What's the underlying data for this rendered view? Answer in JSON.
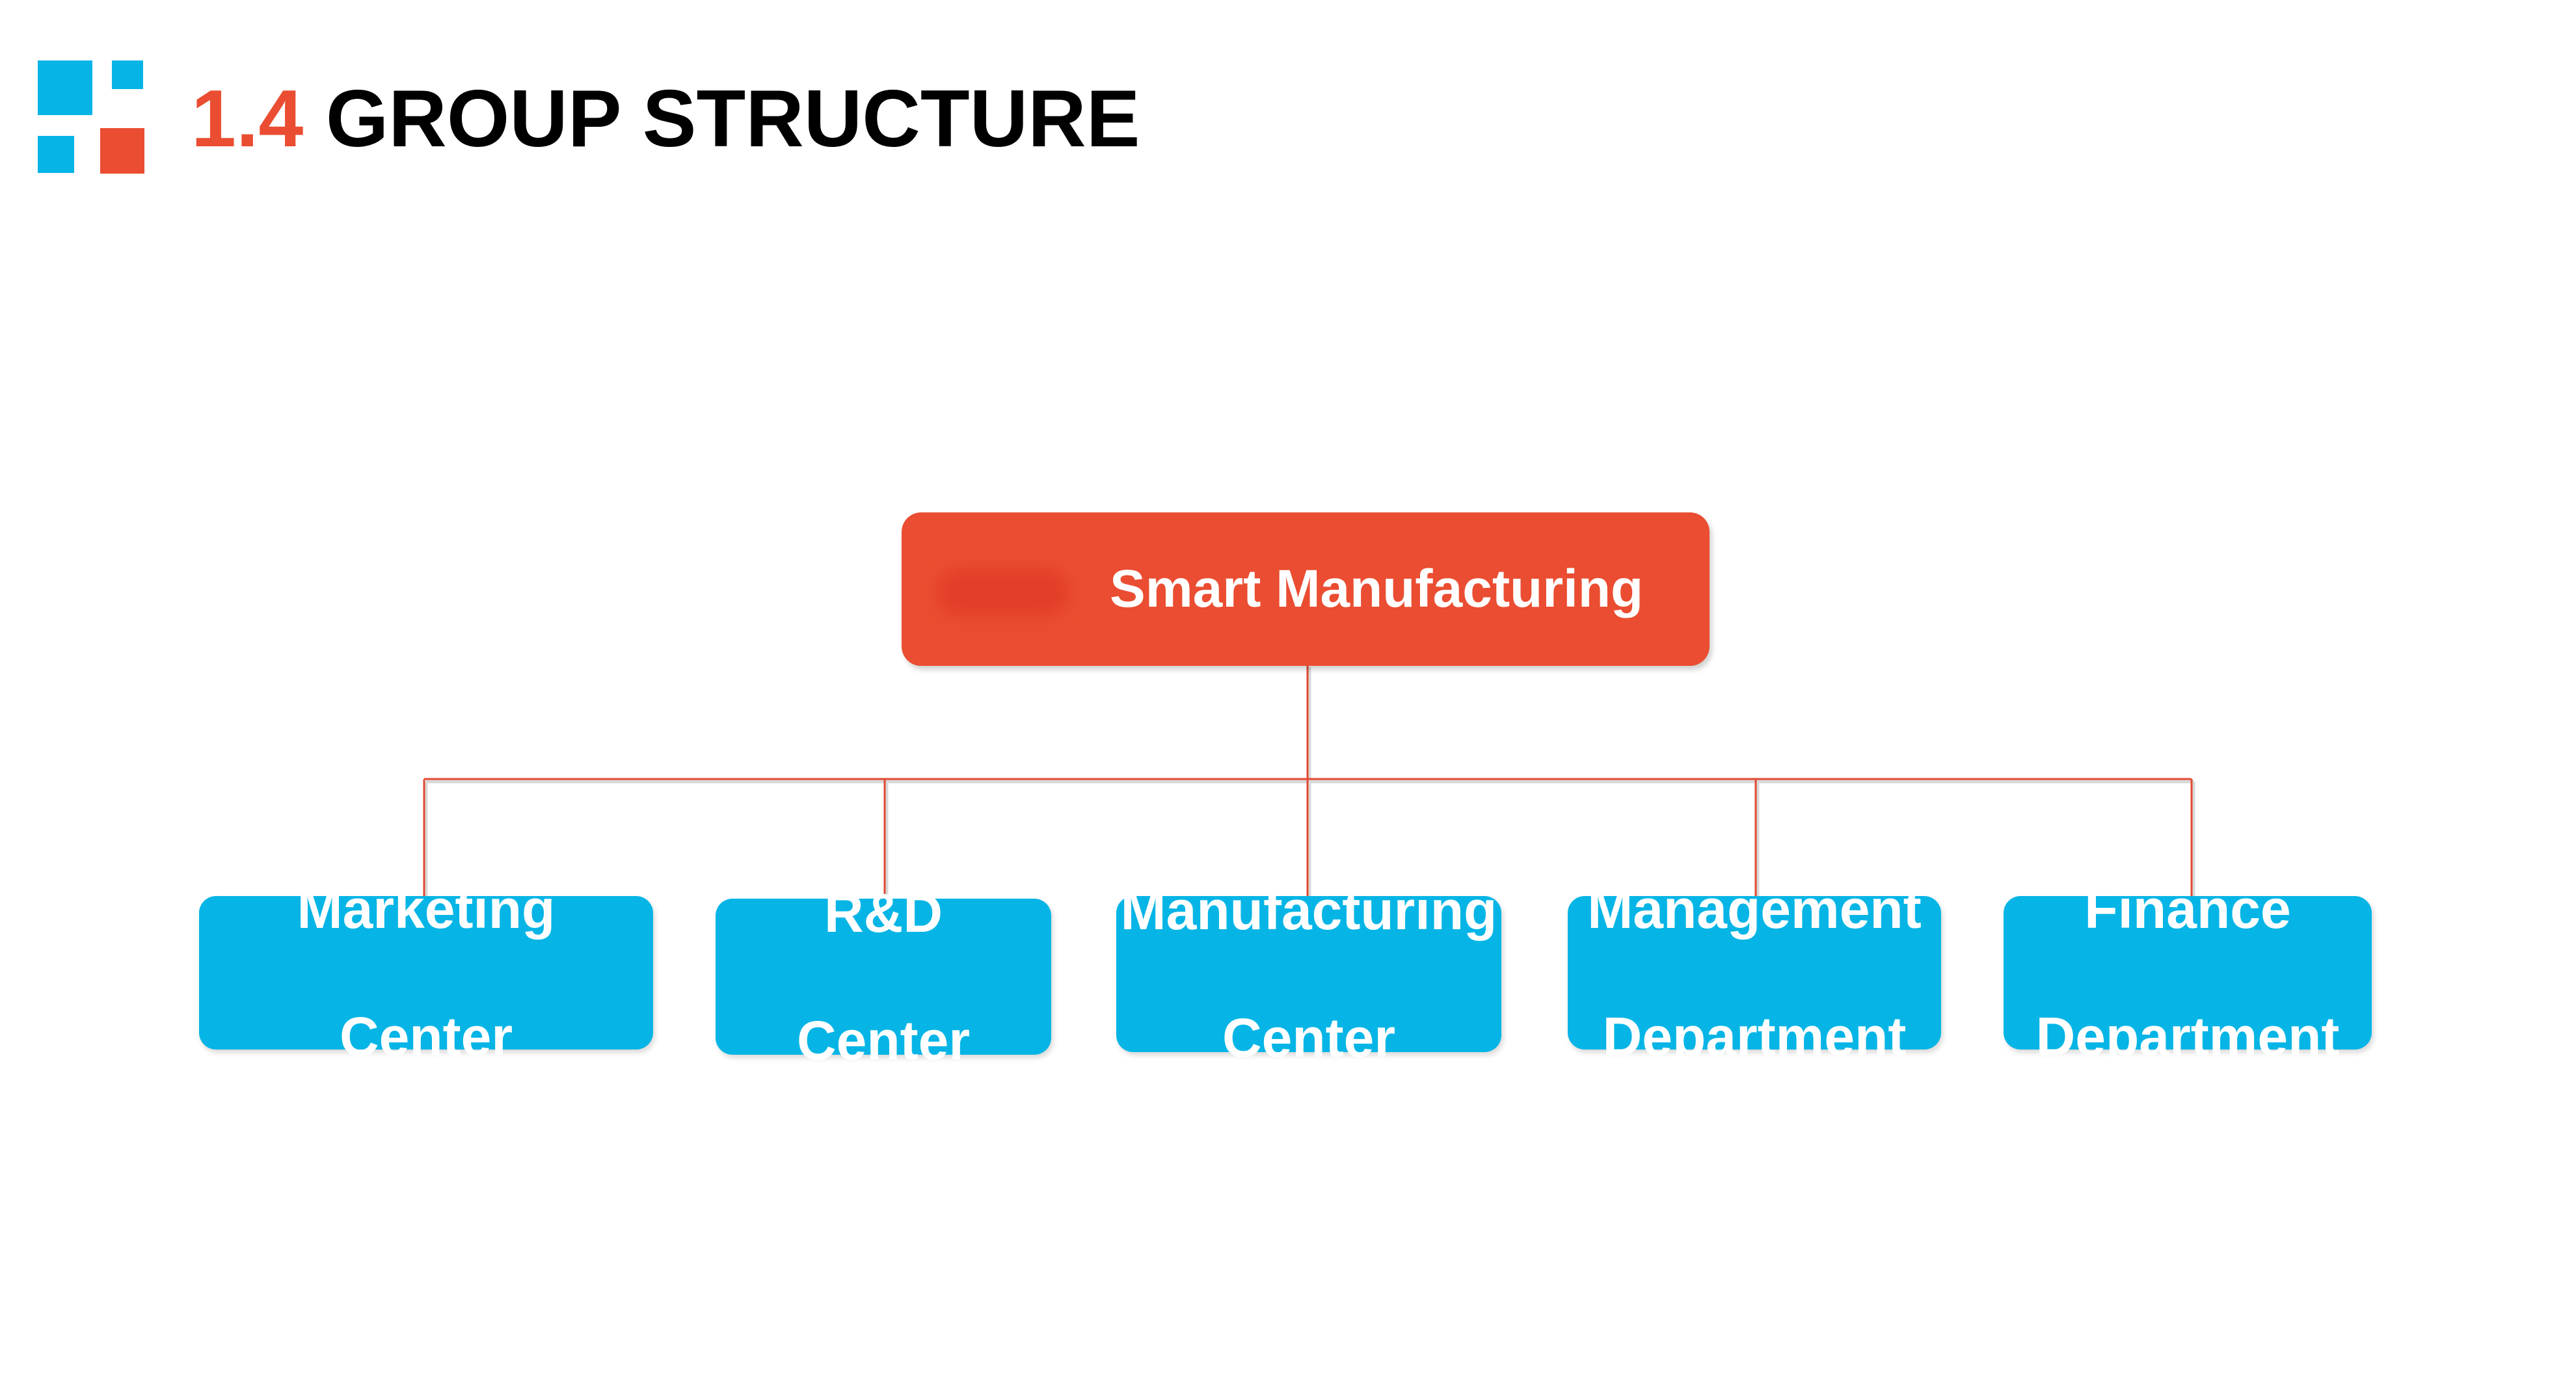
{
  "header": {
    "section_number": "1.4",
    "section_title": "GROUP STRUCTURE"
  },
  "org_chart": {
    "root": {
      "label": "Smart Manufacturing"
    },
    "children": [
      {
        "line1": "Marketing",
        "line2": "Center"
      },
      {
        "line1": "R&D",
        "line2": "Center"
      },
      {
        "line1": "Manufacturing",
        "line2": "Center"
      },
      {
        "line1": "Management",
        "line2": "Department"
      },
      {
        "line1": "Finance",
        "line2": "Department"
      }
    ]
  },
  "colors": {
    "accent_red": "#ea4d31",
    "accent_blue": "#06b5e6",
    "connector": "#e34a32"
  }
}
